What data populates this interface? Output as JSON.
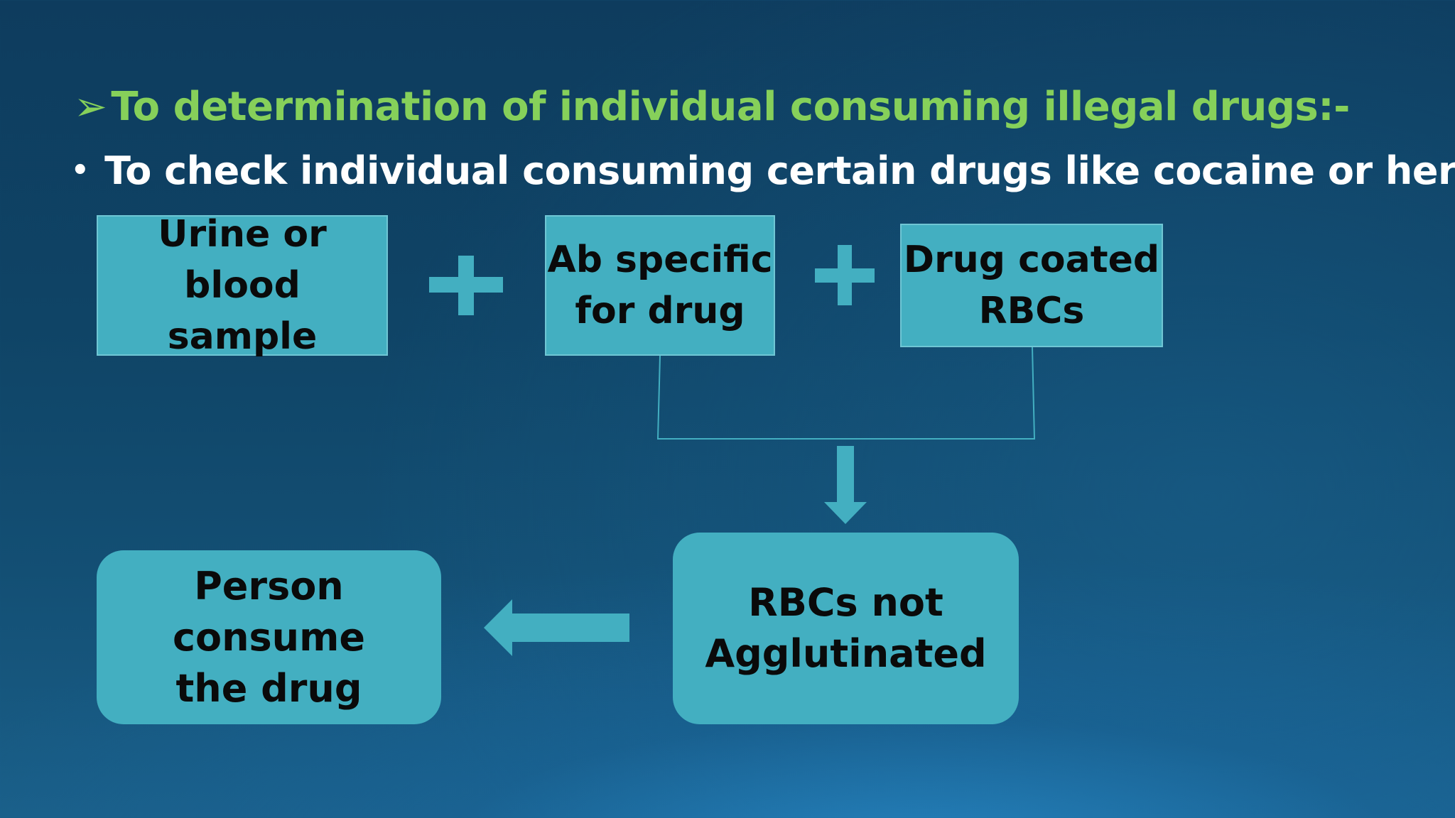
{
  "heading": {
    "arrow": "➢",
    "text": "To determination of individual consuming illegal drugs:-"
  },
  "bullet": {
    "symbol": "•",
    "text": "To check individual consuming certain drugs like cocaine or heroin"
  },
  "boxes": {
    "sample": {
      "line1": "Urine or blood",
      "line2": "sample"
    },
    "antibody": {
      "line1": "Ab specific",
      "line2": "for drug"
    },
    "rbc": {
      "line1": "Drug coated",
      "line2": "RBCs"
    },
    "result": {
      "line1": "RBCs not",
      "line2": "Agglutinated"
    },
    "conclusion": {
      "line1": "Person consume",
      "line2": "the drug"
    }
  },
  "colors": {
    "heading": "#86d05a",
    "bullet_text": "#ffffff",
    "box_fill": "#43afc1",
    "box_text": "#0a0a0a",
    "connector": "#43afc1"
  }
}
